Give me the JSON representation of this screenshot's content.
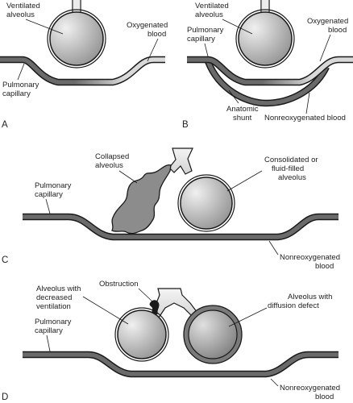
{
  "colors": {
    "capillary_outline": "#1a1a1a",
    "oxygenated_fill": "#d9d9d9",
    "nonreoxygenated_fill": "#6a6a6a",
    "alveolus_light": "#f0f0f0",
    "alveolus_dark": "#8d8d8d",
    "collapsed_fill": "#8c8c8c",
    "obstruction": "#1a1a1a"
  },
  "panels": [
    {
      "letter": "A",
      "labels": {
        "alveolus": [
          "Ventilated",
          "alveolus"
        ],
        "oxygenated": [
          "Oxygenated",
          "blood"
        ],
        "capillary": [
          "Pulmonary",
          "capillary"
        ]
      }
    },
    {
      "letter": "B",
      "labels": {
        "alveolus": [
          "Ventilated",
          "alveolus"
        ],
        "oxygenated": [
          "Oxygenated",
          "blood"
        ],
        "capillary": [
          "Pulmonary",
          "capillary"
        ],
        "shunt": [
          "Anatomic",
          "shunt"
        ],
        "nonreoxygenated": [
          "Nonreoxygenated blood"
        ]
      }
    },
    {
      "letter": "C",
      "labels": {
        "collapsed": [
          "Collapsed",
          "alveolus"
        ],
        "consolidated": [
          "Consolidated or",
          "fluid-filled",
          "alveolus"
        ],
        "capillary": [
          "Pulmonary",
          "capillary"
        ],
        "nonreoxygenated": [
          "Nonreoxygenated",
          "blood"
        ]
      }
    },
    {
      "letter": "D",
      "labels": {
        "decreased": [
          "Alveolus with",
          "decreased",
          "ventilation"
        ],
        "obstruction": [
          "Obstruction"
        ],
        "diffusion": [
          "Alveolus with",
          "diffusion defect"
        ],
        "capillary": [
          "Pulmonary",
          "capillary"
        ],
        "nonreoxygenated": [
          "Nonreoxygenated",
          "blood"
        ]
      }
    }
  ]
}
